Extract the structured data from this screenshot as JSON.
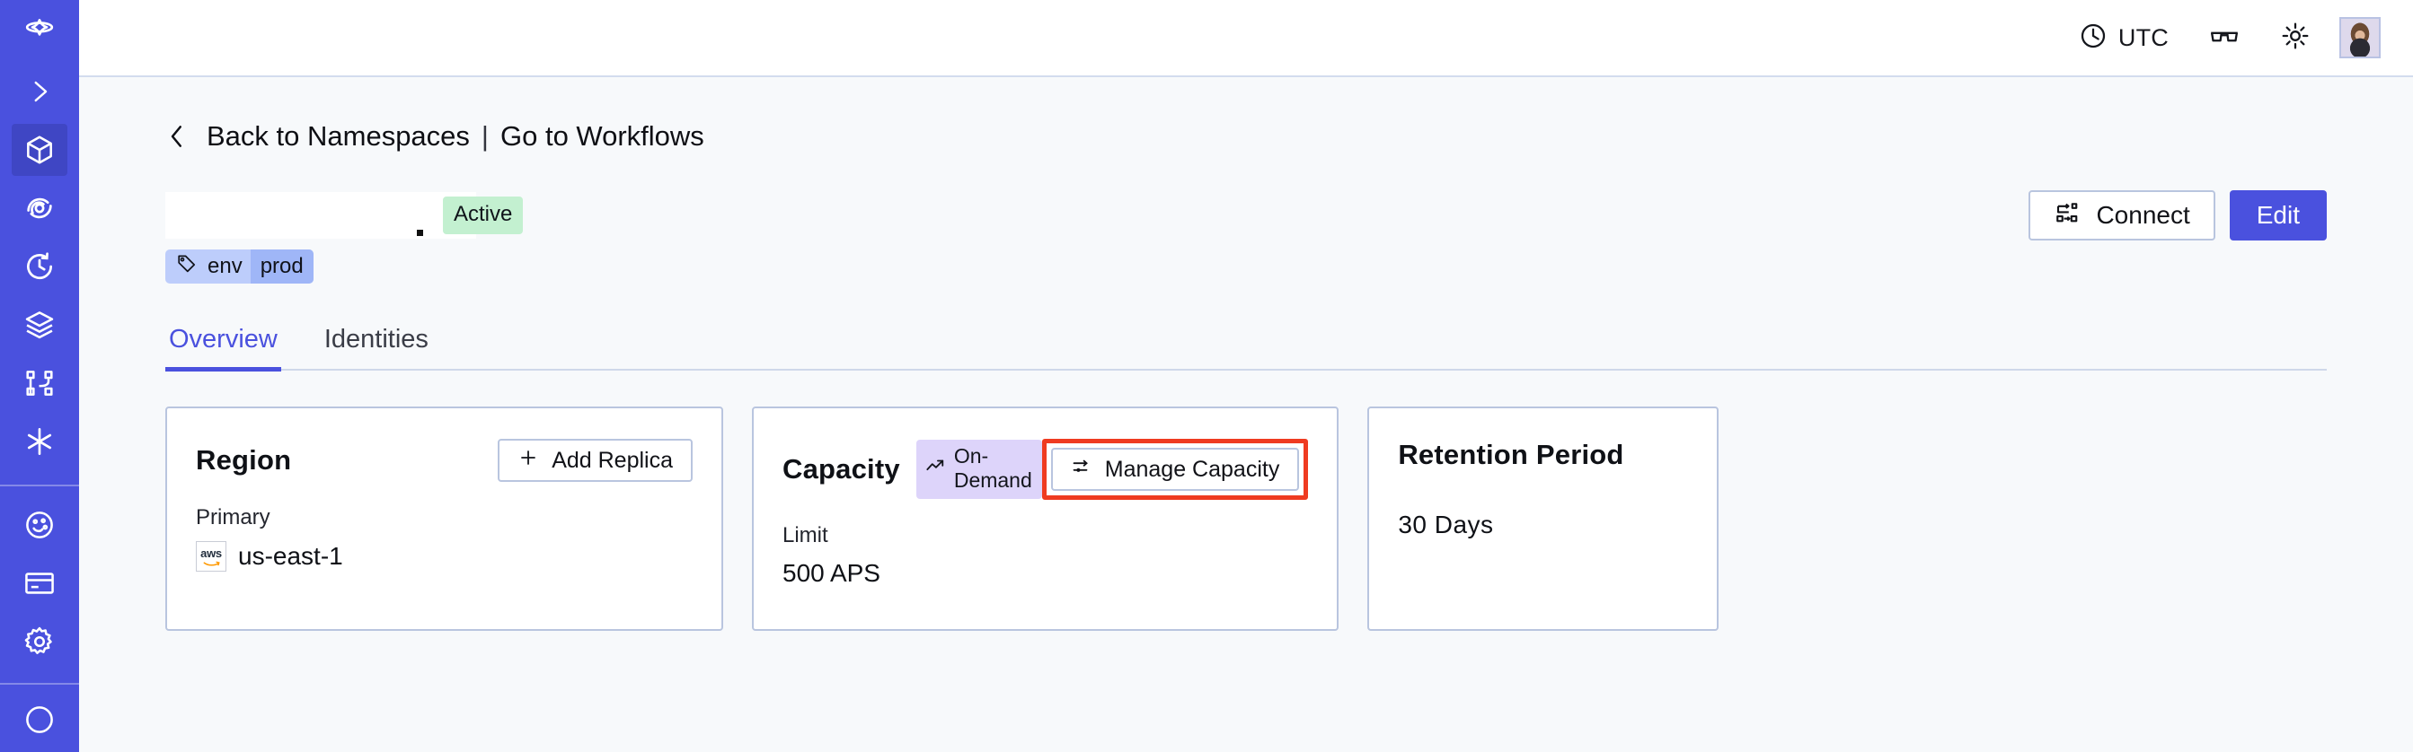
{
  "sidebar": {
    "items": [
      {
        "name": "logo-icon",
        "label": "Temporal"
      },
      {
        "name": "expand-icon",
        "label": "Expand navigation"
      },
      {
        "name": "namespaces-icon",
        "label": "Namespaces"
      },
      {
        "name": "observability-icon",
        "label": "Observability"
      },
      {
        "name": "history-icon",
        "label": "History"
      },
      {
        "name": "layers-icon",
        "label": "Layers"
      },
      {
        "name": "workflows-icon",
        "label": "Workflows"
      },
      {
        "name": "asterisk-icon",
        "label": "Integrations"
      },
      {
        "name": "usage-icon",
        "label": "Usage"
      },
      {
        "name": "billing-icon",
        "label": "Billing"
      },
      {
        "name": "settings-icon",
        "label": "Settings"
      }
    ],
    "active_index": 2,
    "background_color": "#4a51de",
    "active_color": "#3f46c4"
  },
  "topbar": {
    "timezone_label": "UTC",
    "clock_icon": "clock-icon",
    "glasses_icon": "glasses-icon",
    "theme_icon": "sun-icon",
    "avatar_icon": "user-avatar"
  },
  "breadcrumb": {
    "back_icon": "chevron-left-icon",
    "back_label": "Back to Namespaces",
    "separator": "|",
    "forward_label": "Go to Workflows"
  },
  "header": {
    "namespace_title": "",
    "status_badge": "Active",
    "status_color": "#c3f0d0",
    "tag": {
      "icon": "tag-icon",
      "key": "env",
      "value": "prod"
    },
    "connect_button": {
      "label": "Connect",
      "icon": "connect-icon"
    },
    "edit_button": {
      "label": "Edit",
      "color": "#4a51de"
    }
  },
  "tabs": [
    {
      "label": "Overview",
      "active": true
    },
    {
      "label": "Identities",
      "active": false
    }
  ],
  "cards": {
    "region": {
      "title": "Region",
      "action": {
        "label": "Add Replica",
        "icon": "plus-icon"
      },
      "sub_label": "Primary",
      "provider_icon": "aws-icon",
      "value": "us-east-1"
    },
    "capacity": {
      "title": "Capacity",
      "badge": {
        "label": "On-Demand",
        "icon": "trend-up-icon",
        "color": "#ddd4fa"
      },
      "action": {
        "label": "Manage Capacity",
        "icon": "sliders-icon",
        "highlighted": true,
        "highlight_color": "#ef3b21"
      },
      "sub_label": "Limit",
      "value": "500 APS"
    },
    "retention": {
      "title": "Retention Period",
      "value": "30 Days"
    }
  }
}
